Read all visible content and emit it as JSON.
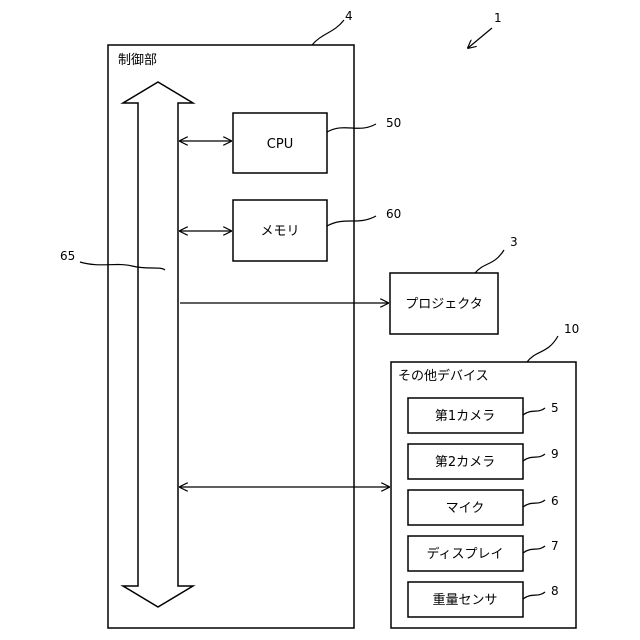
{
  "diagram": {
    "system_ref": "1",
    "control_unit": {
      "label": "制御部",
      "ref": "4"
    },
    "cpu": {
      "label": "CPU",
      "ref": "50"
    },
    "memory": {
      "label": "メモリ",
      "ref": "60"
    },
    "bus": {
      "ref": "65"
    },
    "projector": {
      "label": "プロジェクタ",
      "ref": "3"
    },
    "other_devices": {
      "label": "その他デバイス",
      "ref": "10",
      "items": [
        {
          "label": "第1カメラ",
          "ref": "5"
        },
        {
          "label": "第2カメラ",
          "ref": "9"
        },
        {
          "label": "マイク",
          "ref": "6"
        },
        {
          "label": "ディスプレイ",
          "ref": "7"
        },
        {
          "label": "重量センサ",
          "ref": "8"
        }
      ]
    }
  }
}
